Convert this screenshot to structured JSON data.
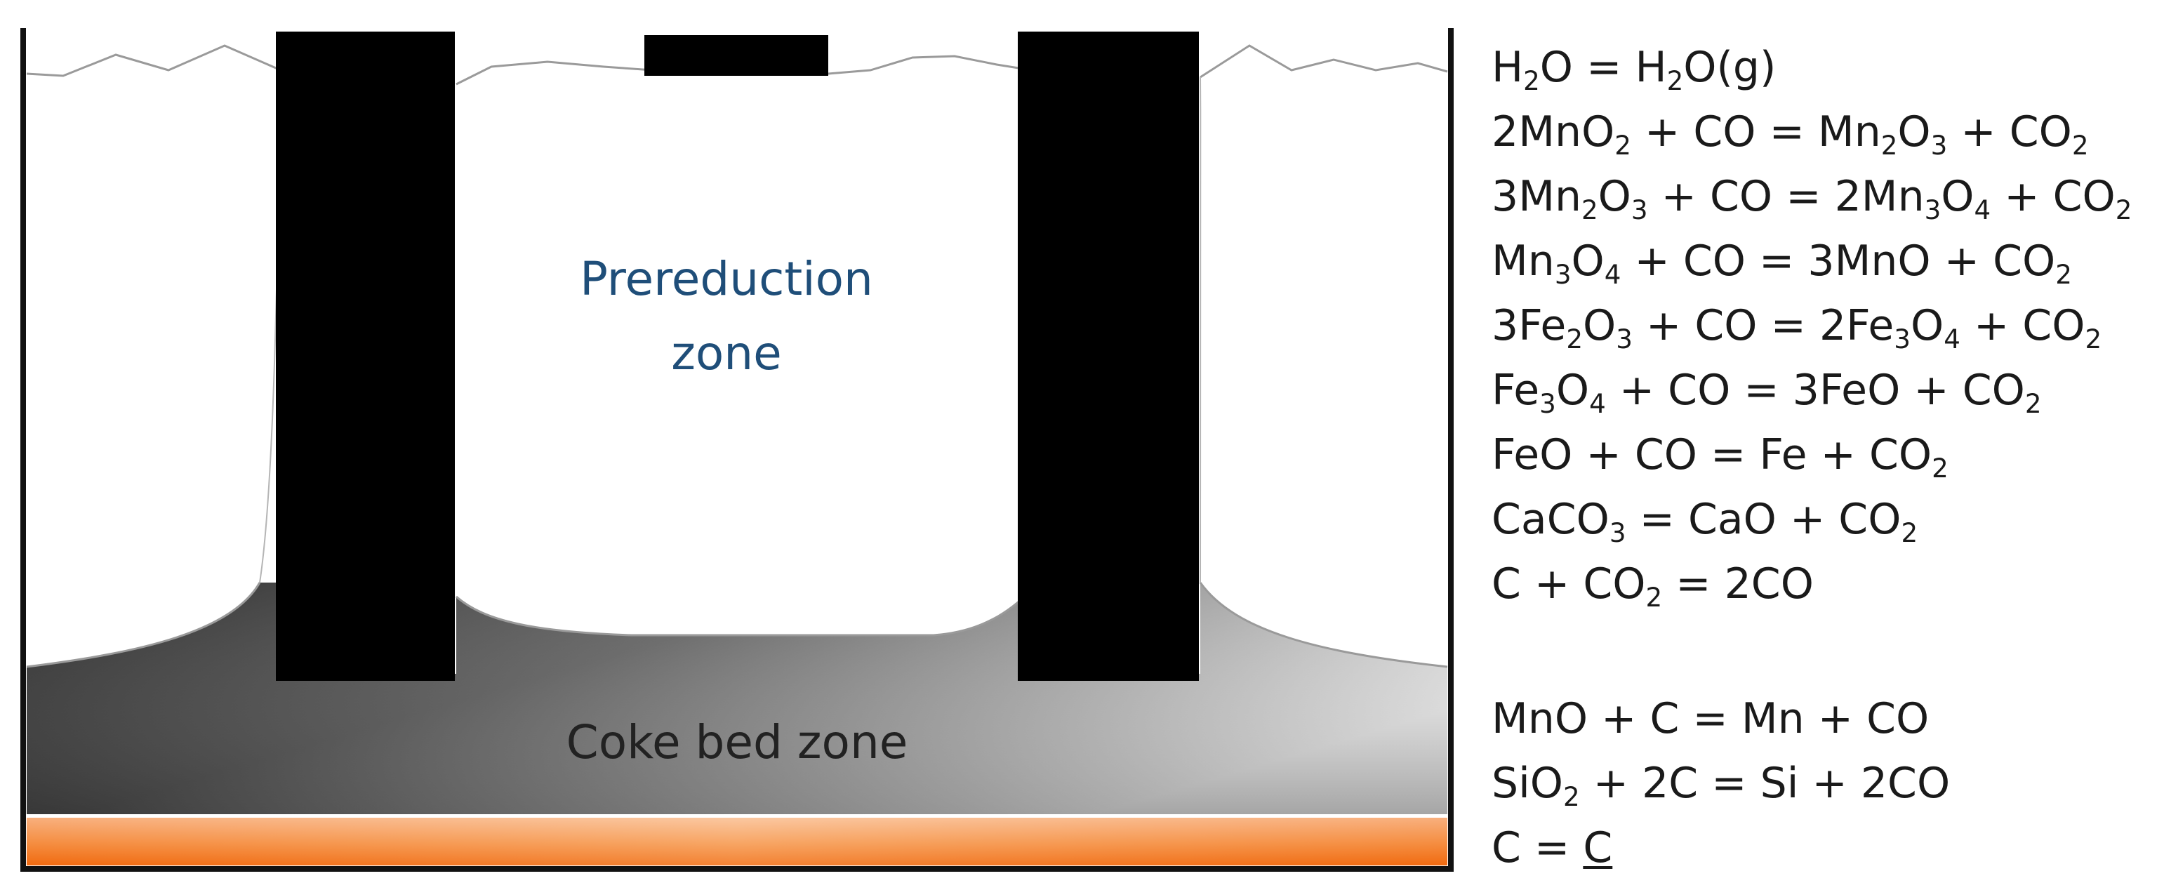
{
  "diagram": {
    "labels": {
      "prereduction_line1": "Prereduction",
      "prereduction_line2": "zone",
      "coke_bed": "Coke bed zone"
    },
    "colors": {
      "prereduction_text": "#1f4e79",
      "coke_text": "#222222",
      "electrode": "#000000",
      "metal_orange": "#f47b20",
      "coke_dark": "#111111"
    }
  },
  "reactions": [
    {
      "formula": "H2O = H2O(g)"
    },
    {
      "formula": "2MnO2 + CO = Mn2O3 + CO2"
    },
    {
      "formula": "3Mn2O3 + CO = 2Mn3O4 + CO2"
    },
    {
      "formula": "Mn3O4 + CO = 3MnO + CO2"
    },
    {
      "formula": "3Fe2O3 + CO = 2Fe3O4 + CO2"
    },
    {
      "formula": "Fe3O4 + CO = 3FeO + CO2"
    },
    {
      "formula": "FeO + CO = Fe + CO2"
    },
    {
      "formula": "CaCO3 = CaO + CO2"
    },
    {
      "formula": "C + CO2 = 2CO"
    },
    {
      "formula": "MnO + C = Mn + CO"
    },
    {
      "formula": "SiO2 + 2C = Si + 2CO"
    },
    {
      "formula": "C = C",
      "underline_second": true
    }
  ]
}
